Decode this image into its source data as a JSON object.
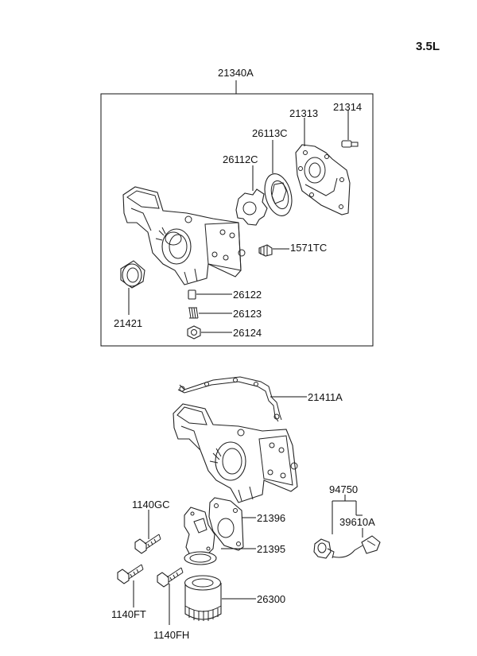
{
  "engine_label": "3.5L",
  "labels": {
    "assy": "21340A",
    "p21313": "21313",
    "p21314": "21314",
    "p26113c": "26113C",
    "p26112c": "26112C",
    "p1571tc": "1571TC",
    "p26122": "26122",
    "p26123": "26123",
    "p26124": "26124",
    "p21421": "21421",
    "p21411a": "21411A",
    "p94750": "94750",
    "p39610a": "39610A",
    "p1140gc": "1140GC",
    "p21396": "21396",
    "p21395": "21395",
    "p26300": "26300",
    "p1140ft": "1140FT",
    "p1140fh": "1140FH"
  }
}
